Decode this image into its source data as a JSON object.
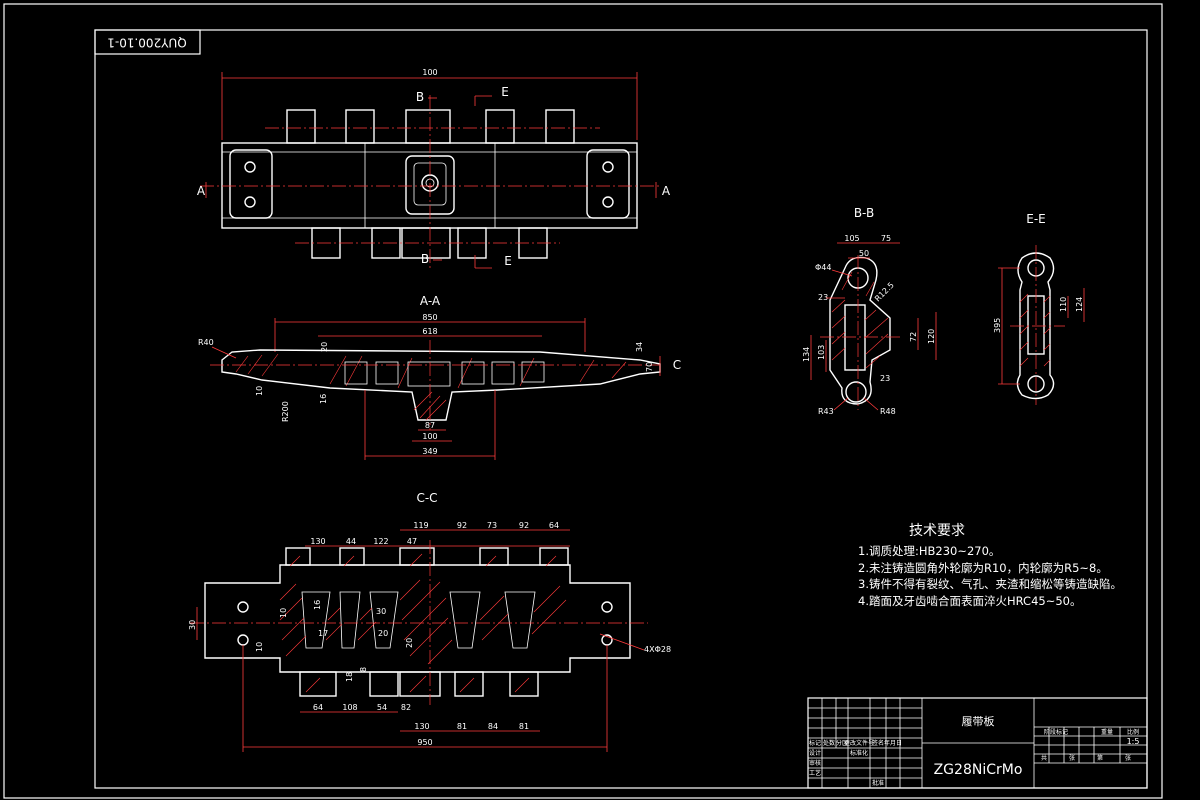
{
  "drawing": {
    "number": "QUY200.10-1",
    "colors": {
      "background": "#000000",
      "lines": "#ffffff",
      "dimensions": "#ff3b3b",
      "hatching": "#ff3b3b"
    }
  },
  "top_view": {
    "dims": {
      "overall": "100"
    },
    "section_marks": {
      "b": "B",
      "e": "E",
      "a": "A"
    }
  },
  "section_aa": {
    "title": "A-A",
    "dims": {
      "d850": "850",
      "d618": "618",
      "d20": "20",
      "r40": "R40",
      "d34": "34",
      "d70": "70",
      "c_mark": "C",
      "d10": "10",
      "r200": "R200",
      "d16": "16",
      "d87": "87",
      "d100": "100",
      "d349": "349"
    }
  },
  "section_bb": {
    "title": "B-B",
    "dims": {
      "d105": "105",
      "d75": "75",
      "d50": "50",
      "phi44": "Φ44",
      "r12_5": "R12.5",
      "d23a": "23",
      "d134": "134",
      "d103": "103",
      "d72": "72",
      "d120": "120",
      "d23b": "23",
      "r43": "R43",
      "r48": "R48"
    }
  },
  "section_ee": {
    "title": "E-E",
    "dims": {
      "d395": "395",
      "d110": "110",
      "d124": "124"
    }
  },
  "section_cc": {
    "title": "C-C",
    "dims": {
      "d130a": "130",
      "d44": "44",
      "d122": "122",
      "d47": "47",
      "d119": "119",
      "d92a": "92",
      "d73": "73",
      "d92b": "92",
      "d64a": "64",
      "d30": "30",
      "d10a": "10",
      "d16": "16",
      "d17": "17",
      "d30b": "30",
      "d20a": "20",
      "d20b": "20",
      "d10b": "10",
      "d18": "18",
      "d8": "8",
      "holes": "4XΦ28",
      "d64b": "64",
      "d108": "108",
      "d54": "54",
      "d82": "82",
      "d130b": "130",
      "d81a": "81",
      "d84": "84",
      "d81b": "81",
      "d950": "950"
    }
  },
  "tech": {
    "title": "技术要求",
    "items": [
      "1.调质处理:HB230~270。",
      "2.未注铸造圆角外轮廓为R10，内轮廓为R5~8。",
      "3.铸件不得有裂纹、气孔、夹渣和缩松等铸造缺陷。",
      "4.踏面及牙齿啮合面表面淬火HRC45~50。"
    ]
  },
  "title_block": {
    "part_name": "履带板",
    "material": "ZG28NiCrMo",
    "scale": "1:5",
    "small_labels": [
      "标记",
      "处数",
      "分区",
      "更改文件号",
      "签名",
      "年月日",
      "设计",
      "标准化",
      "阶段标记",
      "重量",
      "比例",
      "审核",
      "工艺",
      "批准",
      "共",
      "张",
      "第",
      "张"
    ]
  }
}
